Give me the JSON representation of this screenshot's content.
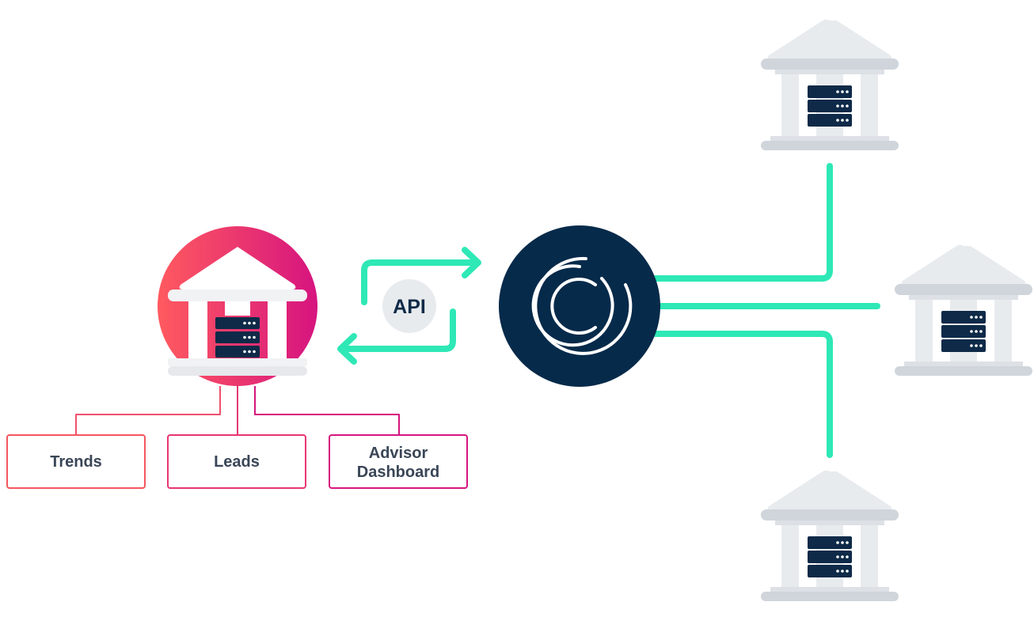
{
  "outputs": [
    {
      "id": "trends",
      "lines": [
        "Trends"
      ]
    },
    {
      "id": "leads",
      "lines": [
        "Leads"
      ]
    },
    {
      "id": "advisor-dashboard",
      "lines": [
        "Advisor",
        "Dashboard"
      ]
    }
  ],
  "api": {
    "label": "API"
  },
  "colors": {
    "connector": "#2ee8b6",
    "hub": "#062a4a",
    "gradient_start": "#ff5a5f",
    "gradient_end": "#d6147f",
    "bank_gray": "#e8ebee",
    "bank_gray_dark": "#cfd5db",
    "server": "#0e2a48",
    "text": "#3a4657"
  },
  "icons": {
    "primary_bank": "bank-with-server-icon",
    "hub": "concentric-c-logo-icon",
    "partner_banks": "bank-with-server-icon",
    "exchange": "bidirectional-arrows-icon"
  }
}
